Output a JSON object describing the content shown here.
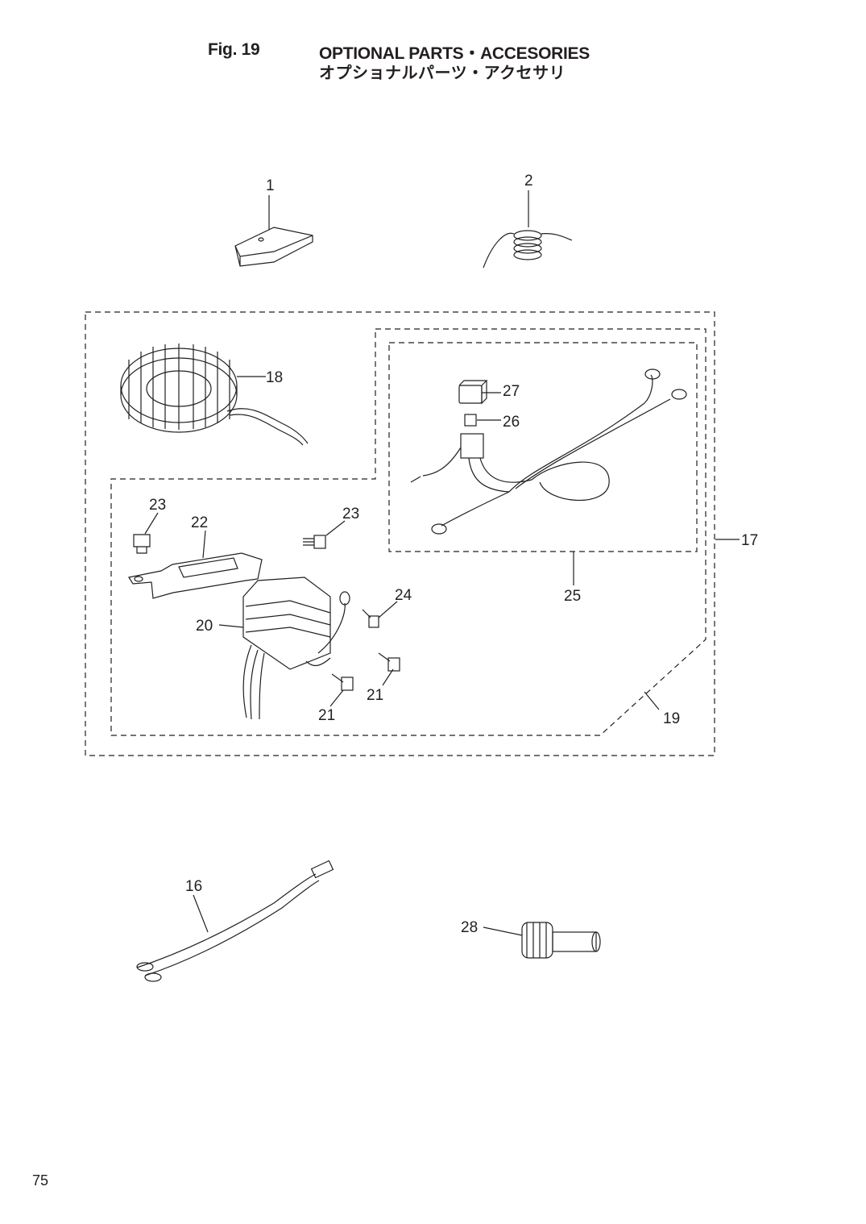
{
  "header": {
    "fig_label": "Fig. 19",
    "title_en": "OPTIONAL PARTS・ACCESORIES",
    "title_jp": "オプショナルパーツ・アクセサリ"
  },
  "callouts": {
    "c1": "1",
    "c2": "2",
    "c16": "16",
    "c17": "17",
    "c18": "18",
    "c19": "19",
    "c20": "20",
    "c21a": "21",
    "c21b": "21",
    "c22": "22",
    "c23a": "23",
    "c23b": "23",
    "c24": "24",
    "c25": "25",
    "c26": "26",
    "c27": "27",
    "c28": "28"
  },
  "page_number": "75"
}
